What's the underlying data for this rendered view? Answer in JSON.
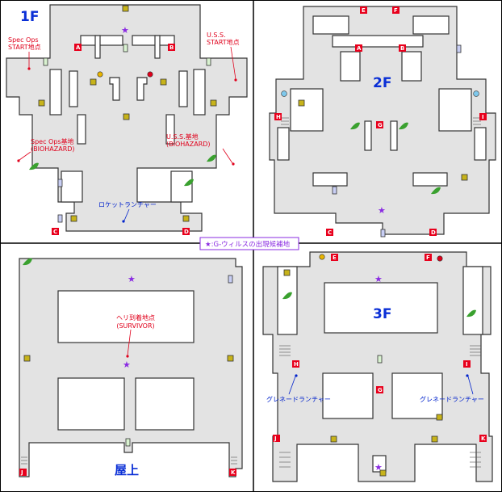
{
  "legend": "★:G-ウィルスの出現候補地",
  "floors": {
    "f1": {
      "title": "1F",
      "spec_ops_start": [
        "Spec Ops",
        "START地点"
      ],
      "uss_start": [
        "U.S.S.",
        "START地点"
      ],
      "spec_ops_base": [
        "Spec Ops基地",
        "(BIOHAZARD)"
      ],
      "uss_base": [
        "U.S.S.基地",
        "(BIOHAZARD)"
      ],
      "rocket": "ロケットランチャー",
      "tags": [
        "A",
        "B",
        "C",
        "D"
      ]
    },
    "f2": {
      "title": "2F",
      "tags": [
        "E",
        "F",
        "A",
        "B",
        "G",
        "H",
        "I",
        "C",
        "D"
      ]
    },
    "roof": {
      "title": "屋上",
      "heli": [
        "ヘリ到着地点",
        "(SURVIVOR)"
      ],
      "tags": [
        "J",
        "K"
      ]
    },
    "f3": {
      "title": "3F",
      "grenade_left": "グレネードランチャー",
      "grenade_right": "グレネードランチャー",
      "tags": [
        "E",
        "F",
        "H",
        "I",
        "G",
        "J",
        "K"
      ]
    }
  },
  "colors": {
    "tag": "#e8001c",
    "star": "#8a2be2",
    "title": "#0a2fd6",
    "callout_red": "#e0001b",
    "callout_blue": "#0022cc",
    "floor": "#e3e3e3"
  },
  "icons": {
    "star": "g-virus-star-icon",
    "leaf": "green-herb-icon",
    "box": "item-box-icon",
    "door": "door-icon"
  }
}
